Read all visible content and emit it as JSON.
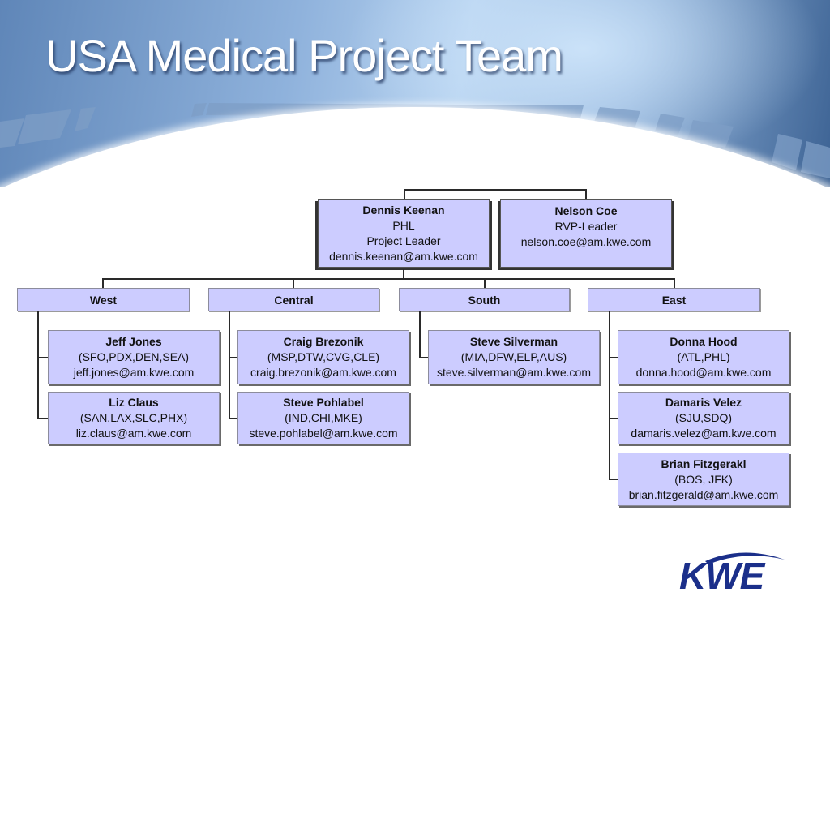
{
  "slide": {
    "title": "USA Medical Project Team"
  },
  "leaders": [
    {
      "name": "Dennis Keenan",
      "lines": [
        "PHL",
        "Project Leader",
        "dennis.keenan@am.kwe.com"
      ]
    },
    {
      "name": "Nelson Coe",
      "lines": [
        "RVP-Leader",
        "nelson.coe@am.kwe.com"
      ]
    }
  ],
  "regions": [
    {
      "label": "West",
      "members": [
        {
          "name": "Jeff Jones",
          "airports": "(SFO,PDX,DEN,SEA)",
          "email": "jeff.jones@am.kwe.com"
        },
        {
          "name": "Liz Claus",
          "airports": "(SAN,LAX,SLC,PHX)",
          "email": "liz.claus@am.kwe.com"
        }
      ]
    },
    {
      "label": "Central",
      "members": [
        {
          "name": "Craig Brezonik",
          "airports": "(MSP,DTW,CVG,CLE)",
          "email": "craig.brezonik@am.kwe.com"
        },
        {
          "name": "Steve Pohlabel",
          "airports": "(IND,CHI,MKE)",
          "email": "steve.pohlabel@am.kwe.com"
        }
      ]
    },
    {
      "label": "South",
      "members": [
        {
          "name": "Steve Silverman",
          "airports": "(MIA,DFW,ELP,AUS)",
          "email": "steve.silverman@am.kwe.com"
        }
      ]
    },
    {
      "label": "East",
      "members": [
        {
          "name": "Donna Hood",
          "airports": "(ATL,PHL)",
          "email": "donna.hood@am.kwe.com"
        },
        {
          "name": "Damaris Velez",
          "airports": "(SJU,SDQ)",
          "email": "damaris.velez@am.kwe.com"
        },
        {
          "name": "Brian Fitzgerakl",
          "airports": "(BOS, JFK)",
          "email": "brian.fitzgerald@am.kwe.com"
        }
      ]
    }
  ],
  "logo": {
    "text": "KWE",
    "color": "#1b2f8a"
  },
  "colors": {
    "box_fill": "#ccccff",
    "connector": "#2a2a2a",
    "title_text": "#ffffff"
  }
}
